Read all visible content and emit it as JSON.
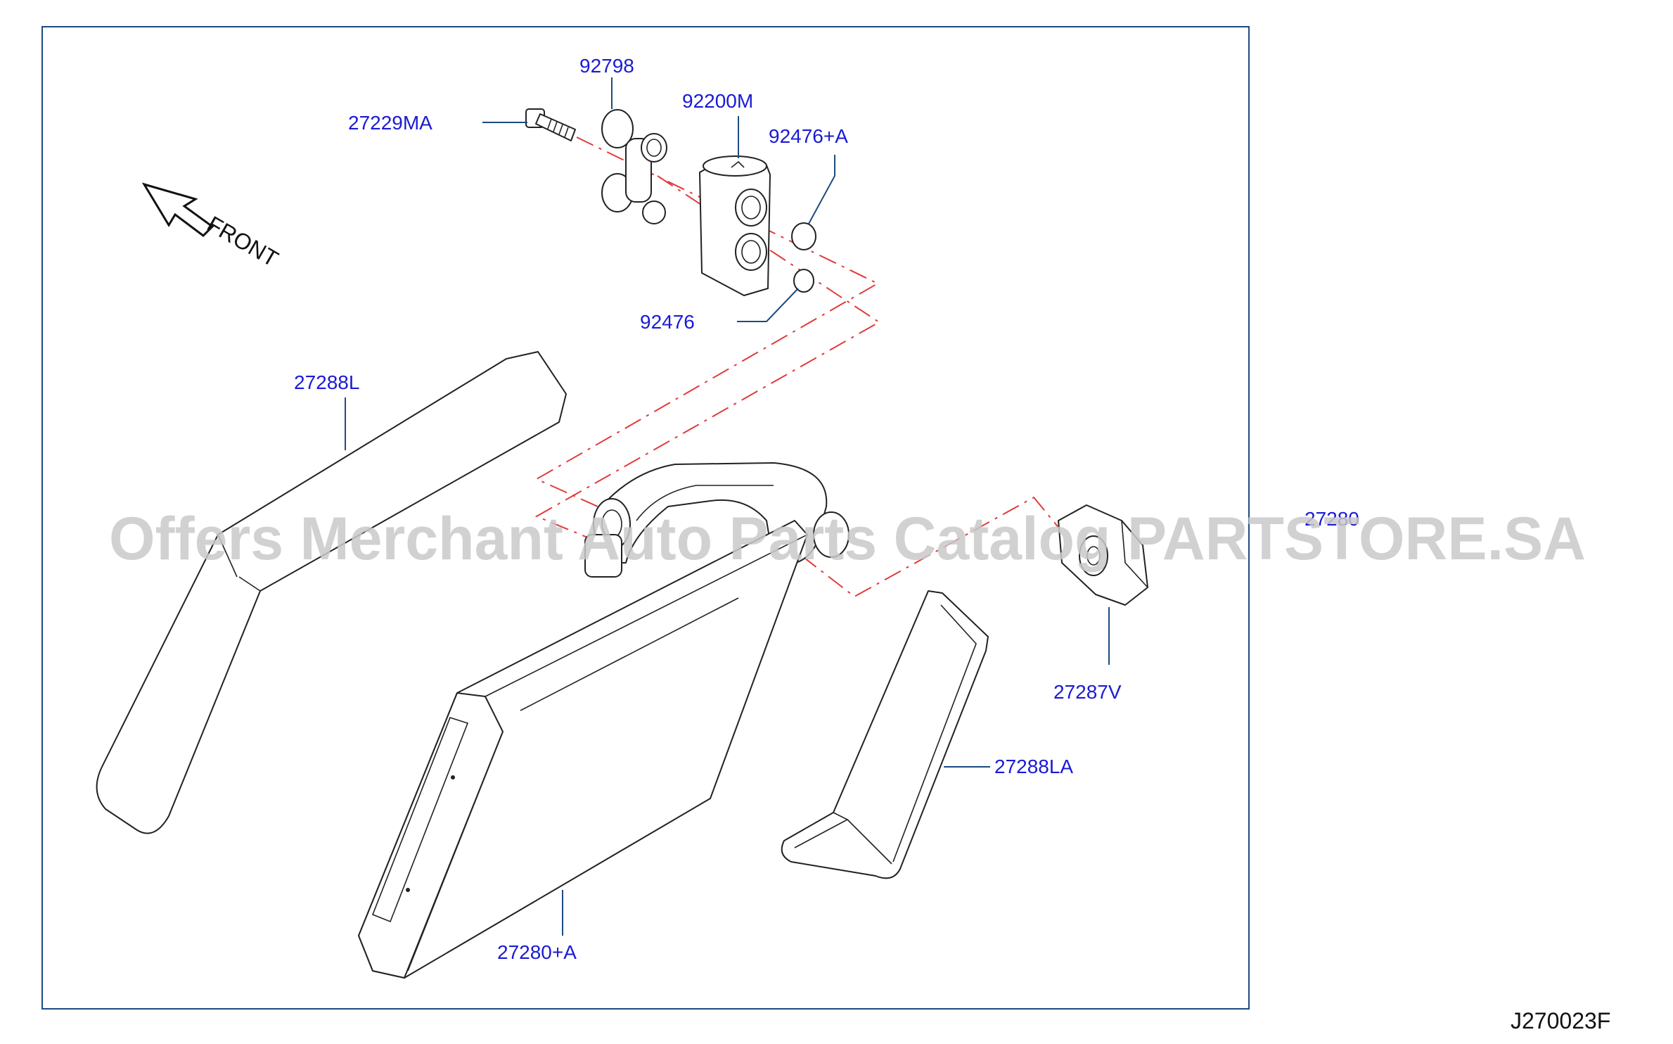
{
  "diagram": {
    "part_labels": {
      "bolt": "27229MA",
      "o_ring_small": "92798",
      "expansion_valve": "92200M",
      "o_ring_a": "92476+A",
      "o_ring_b": "92476",
      "insulator_left": "27288L",
      "seal_right_partial": "27280",
      "sensor_clip": "27287V",
      "insulator_right": "27288LA",
      "evaporator": "27280+A"
    },
    "front_label": "FRONT",
    "drawing_code": "J270023F",
    "watermark": "Offers Merchant Auto Parts Catalog PARTSTORE.SA",
    "colors": {
      "label_text": "#1a1ad6",
      "frame": "#1c4b80",
      "centerline": "#e23a3a",
      "watermark": "#c9c9c9"
    }
  }
}
